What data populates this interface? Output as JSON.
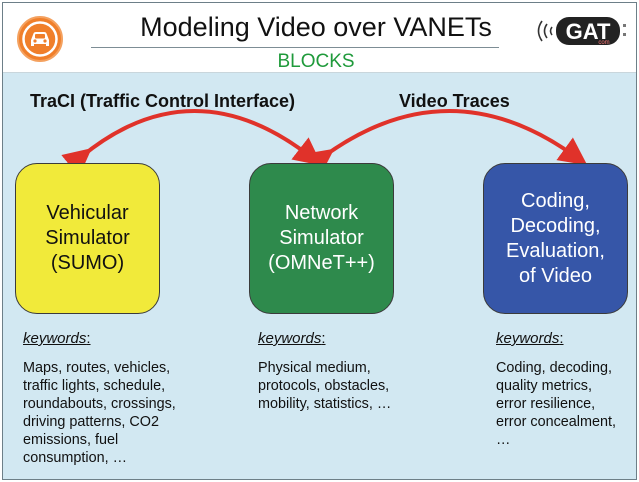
{
  "header": {
    "title": "Modeling Video over VANETs",
    "subtitle": "BLOCKS",
    "logo_text": "GAT",
    "logo_subtext": "com",
    "logo_left_icon": "car-in-circle-icon",
    "logo_right_icon": "signal-waves-icon"
  },
  "links": {
    "left": "TraCI (Traffic Control Interface)",
    "right": "Video Traces"
  },
  "blocks": [
    {
      "lines": [
        "Vehicular",
        "Simulator",
        "(SUMO)"
      ],
      "color": "#f1ea3a",
      "text_color": "#111111"
    },
    {
      "lines": [
        "Network",
        "Simulator",
        "(OMNeT++)"
      ],
      "color": "#2e8a4c",
      "text_color": "#ffffff"
    },
    {
      "lines": [
        "Coding,",
        "Decoding,",
        "Evaluation,",
        "of Video"
      ],
      "color": "#3656a8",
      "text_color": "#ffffff"
    }
  ],
  "keywords": {
    "heading": "keywords",
    "colon": ":",
    "columns": [
      [
        "Maps, routes, vehicles,",
        "traffic lights, schedule,",
        "roundabouts, crossings,",
        "driving patterns, CO2",
        "emissions, fuel",
        "consumption, …"
      ],
      [
        "Physical medium,",
        "protocols, obstacles,",
        "mobility, statistics, …"
      ],
      [
        "Coding, decoding,",
        "quality metrics,",
        "error resilience,",
        "error concealment,",
        "…"
      ]
    ]
  },
  "colors": {
    "background": "#d2e8f2",
    "arrow": "#e0322a",
    "subtitle": "#1f9a3b",
    "logo_orange": "#f07f2a"
  }
}
